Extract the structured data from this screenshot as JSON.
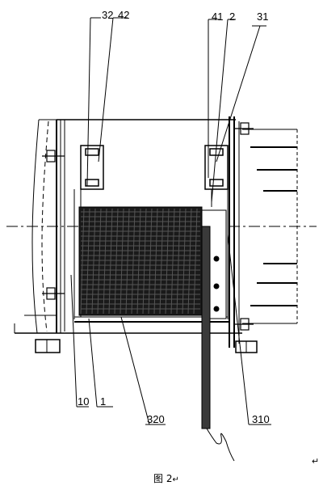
{
  "figure": {
    "caption": "图 2",
    "caption_mark": "↵",
    "corner_mark": "↵",
    "labels": {
      "l32": "32",
      "l42": "42",
      "l41": "41",
      "l2": "2",
      "l31": "31",
      "l10": "10",
      "l1": "1",
      "l320": "320",
      "l310": "310"
    }
  }
}
